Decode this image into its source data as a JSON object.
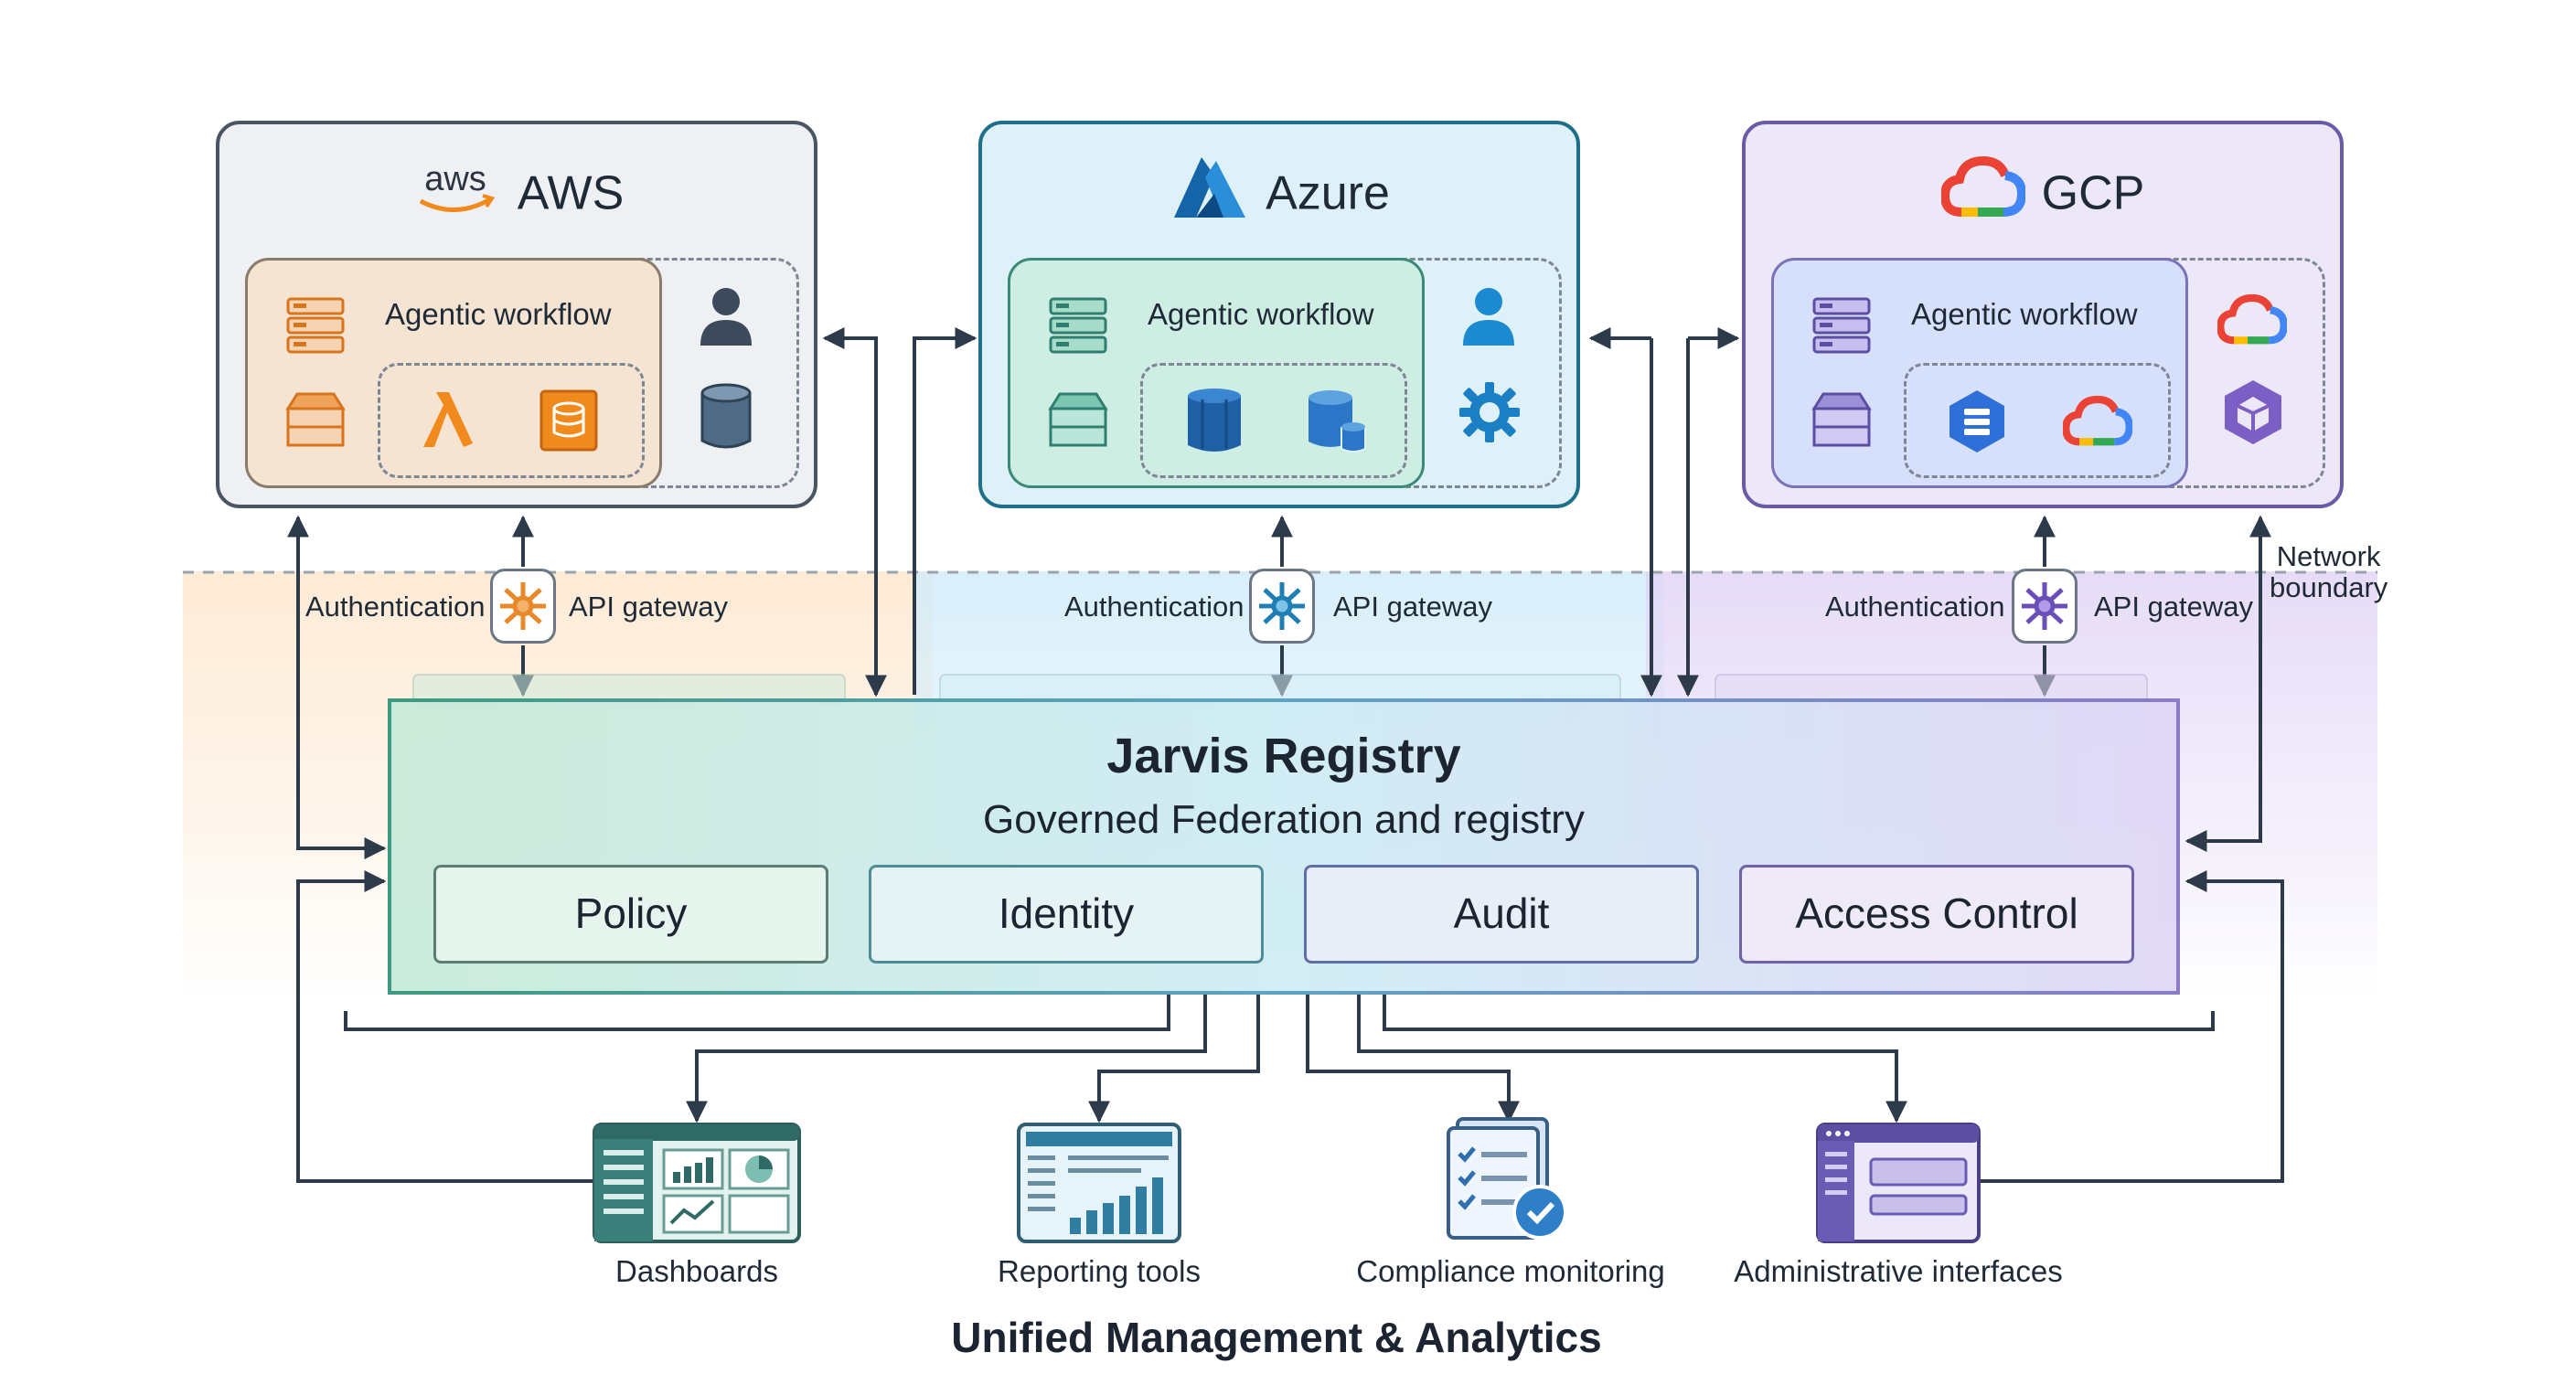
{
  "clouds": {
    "aws": {
      "logo_text": "aws",
      "title": "AWS",
      "workflow": "Agentic workflow"
    },
    "azure": {
      "title": "Azure",
      "workflow": "Agentic workflow"
    },
    "gcp": {
      "title": "GCP",
      "workflow": "Agentic workflow"
    }
  },
  "network": {
    "aws": {
      "auth": "Authentication",
      "gateway": "API gateway"
    },
    "azure": {
      "auth": "Authentication",
      "gateway": "API gateway"
    },
    "gcp": {
      "auth": "Authentication",
      "gateway": "API gateway"
    },
    "boundary": "Network\nboundary"
  },
  "registry": {
    "title": "Jarvis Registry",
    "subtitle": "Governed Federation and registry",
    "modules": [
      "Policy",
      "Identity",
      "Audit",
      "Access Control"
    ]
  },
  "tools": [
    "Dashboards",
    "Reporting tools",
    "Compliance monitoring",
    "Administrative interfaces"
  ],
  "footer": "Unified Management & Analytics",
  "colors": {
    "aws": "#e8892a",
    "azure": "#1b7fc4",
    "gcp": "#7b5fc4",
    "line": "#2c3a4a"
  }
}
